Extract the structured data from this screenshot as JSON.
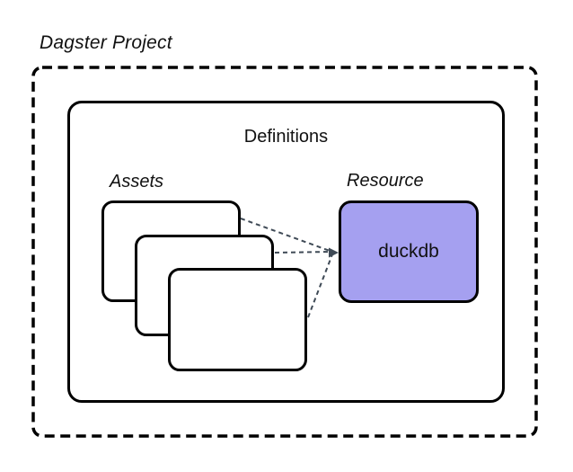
{
  "diagram": {
    "title": "Dagster Project",
    "definitions": {
      "label": "Definitions"
    },
    "assets": {
      "label": "Assets",
      "card_count": 3
    },
    "resource": {
      "label": "Resource",
      "node_name": "duckdb"
    },
    "connections": {
      "count": 3,
      "from": "asset-cards",
      "to": "duckdb",
      "style": "dashed-arrow"
    },
    "colors": {
      "background": "#ffffff",
      "box_border": "#000000",
      "resource_fill": "#a5a0f0",
      "connector": "#3f4a56",
      "text": "#111111"
    }
  }
}
